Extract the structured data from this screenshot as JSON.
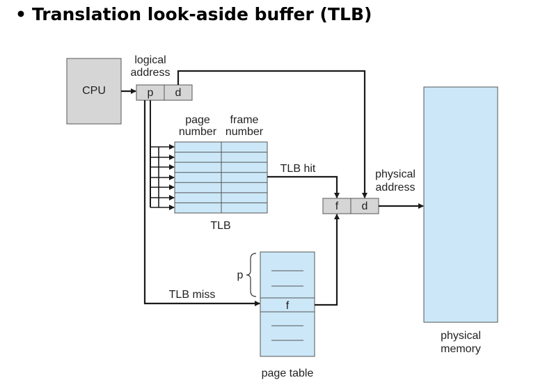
{
  "slide": {
    "bullet": "•",
    "title": "Translation look-aside buffer (TLB)"
  },
  "diagram": {
    "cpu_label": "CPU",
    "logical_address_label": [
      "logical",
      "address"
    ],
    "page_field": "p",
    "offset_field": "d",
    "tlb_column_headers": {
      "page": [
        "page",
        "number"
      ],
      "frame": [
        "frame",
        "number"
      ]
    },
    "tlb_label": "TLB",
    "tlb_rows": 7,
    "tlb_hit_label": "TLB hit",
    "tlb_miss_label": "TLB miss",
    "physical_address_label": [
      "physical",
      "address"
    ],
    "frame_field": "f",
    "physical_offset_field": "d",
    "page_table_label": "page table",
    "page_table_index_label": "p",
    "page_table_frame_entry": "f",
    "physical_memory_label": [
      "physical",
      "memory"
    ],
    "colors": {
      "gray_box": "#d6d6d6",
      "blue_fill": "#cce8f8",
      "stroke": "#555555",
      "arrow": "#1a1a1a"
    }
  }
}
